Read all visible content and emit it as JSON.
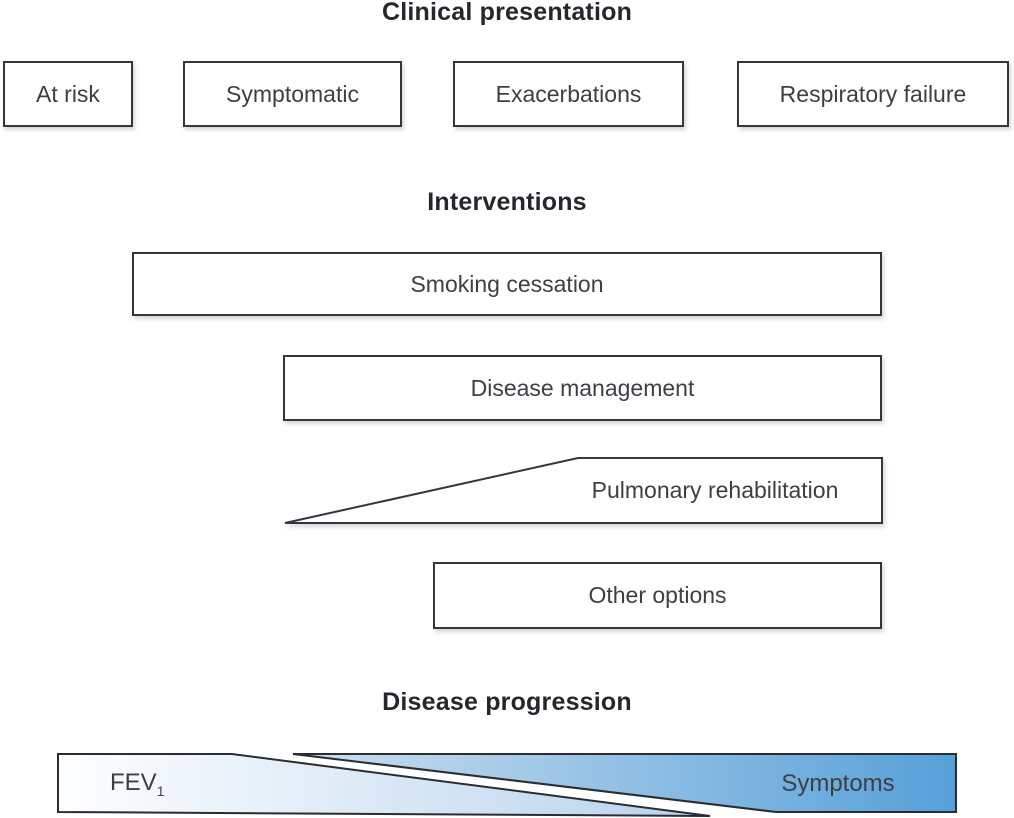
{
  "headings": {
    "clinical": "Clinical presentation",
    "interventions": "Interventions",
    "progression": "Disease progression"
  },
  "clinical_stages": [
    {
      "label": "At risk"
    },
    {
      "label": "Symptomatic"
    },
    {
      "label": "Exacerbations"
    },
    {
      "label": "Respiratory failure"
    }
  ],
  "interventions": [
    {
      "label": "Smoking cessation"
    },
    {
      "label": "Disease management"
    },
    {
      "label": "Pulmonary rehabilitation"
    },
    {
      "label": "Other options"
    }
  ],
  "progression": {
    "fev_label": "FEV",
    "fev_subscript": "1",
    "symptoms_label": "Symptoms"
  },
  "colors": {
    "box_border": "#35353c",
    "label_text": "#3e3e45",
    "heading_text": "#26262d",
    "fev_gradient_start": "#fdfeff",
    "fev_gradient_end": "#b7d2ec",
    "symptoms_gradient_start": "#cddff0",
    "symptoms_gradient_end": "#56a0d8"
  }
}
